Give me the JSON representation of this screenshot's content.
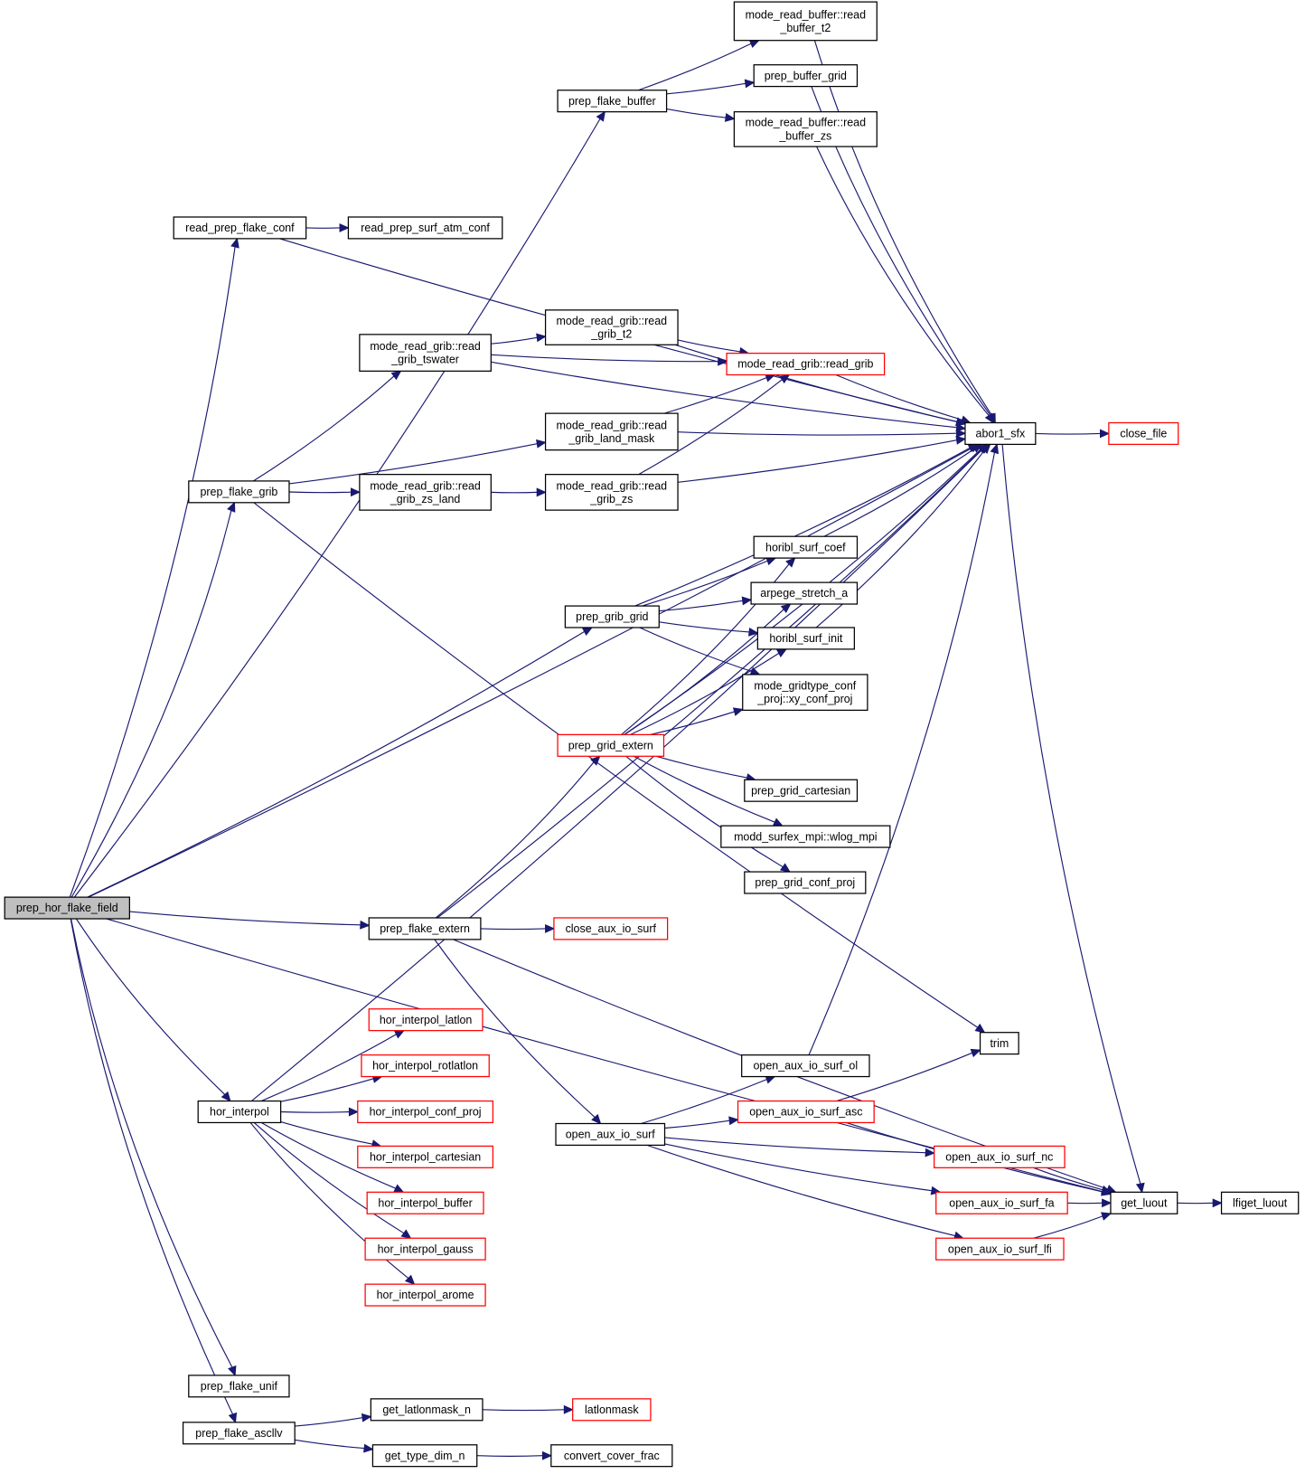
{
  "title": "prep_hor_flake_field call graph",
  "colors": {
    "edge": "#191970",
    "root_fill": "#bfbfbf",
    "node_border": "#000000",
    "truncated_border": "#ff0000"
  },
  "nodes": [
    {
      "id": "root",
      "lines": [
        "prep_hor_flake_field"
      ],
      "kind": "root"
    },
    {
      "id": "prep_flake_buffer",
      "lines": [
        "prep_flake_buffer"
      ],
      "kind": "normal"
    },
    {
      "id": "mrb_t2",
      "lines": [
        "mode_read_buffer::read",
        "_buffer_t2"
      ],
      "kind": "normal"
    },
    {
      "id": "prep_buffer_grid",
      "lines": [
        "prep_buffer_grid"
      ],
      "kind": "normal"
    },
    {
      "id": "mrb_zs",
      "lines": [
        "mode_read_buffer::read",
        "_buffer_zs"
      ],
      "kind": "normal"
    },
    {
      "id": "read_prep_flake_conf",
      "lines": [
        "read_prep_flake_conf"
      ],
      "kind": "normal"
    },
    {
      "id": "read_prep_surf_atm_conf",
      "lines": [
        "read_prep_surf_atm_conf"
      ],
      "kind": "normal"
    },
    {
      "id": "mrg_tswater",
      "lines": [
        "mode_read_grib::read",
        "_grib_tswater"
      ],
      "kind": "normal"
    },
    {
      "id": "mrg_t2",
      "lines": [
        "mode_read_grib::read",
        "_grib_t2"
      ],
      "kind": "normal"
    },
    {
      "id": "mrg_read_grib",
      "lines": [
        "mode_read_grib::read_grib"
      ],
      "kind": "truncated"
    },
    {
      "id": "mrg_land_mask",
      "lines": [
        "mode_read_grib::read",
        "_grib_land_mask"
      ],
      "kind": "normal"
    },
    {
      "id": "abor1_sfx",
      "lines": [
        "abor1_sfx"
      ],
      "kind": "normal"
    },
    {
      "id": "close_file",
      "lines": [
        "close_file"
      ],
      "kind": "truncated"
    },
    {
      "id": "prep_flake_grib",
      "lines": [
        "prep_flake_grib"
      ],
      "kind": "normal"
    },
    {
      "id": "mrg_zs_land",
      "lines": [
        "mode_read_grib::read",
        "_grib_zs_land"
      ],
      "kind": "normal"
    },
    {
      "id": "mrg_zs",
      "lines": [
        "mode_read_grib::read",
        "_grib_zs"
      ],
      "kind": "normal"
    },
    {
      "id": "horibl_surf_coef",
      "lines": [
        "horibl_surf_coef"
      ],
      "kind": "normal"
    },
    {
      "id": "arpege_stretch_a",
      "lines": [
        "arpege_stretch_a"
      ],
      "kind": "normal"
    },
    {
      "id": "prep_grib_grid",
      "lines": [
        "prep_grib_grid"
      ],
      "kind": "normal"
    },
    {
      "id": "horibl_surf_init",
      "lines": [
        "horibl_surf_init"
      ],
      "kind": "normal"
    },
    {
      "id": "xy_conf_proj",
      "lines": [
        "mode_gridtype_conf",
        "_proj::xy_conf_proj"
      ],
      "kind": "normal"
    },
    {
      "id": "prep_grid_extern",
      "lines": [
        "prep_grid_extern"
      ],
      "kind": "truncated"
    },
    {
      "id": "prep_grid_cartesian",
      "lines": [
        "prep_grid_cartesian"
      ],
      "kind": "normal"
    },
    {
      "id": "wlog_mpi",
      "lines": [
        "modd_surfex_mpi::wlog_mpi"
      ],
      "kind": "normal"
    },
    {
      "id": "prep_grid_conf_proj",
      "lines": [
        "prep_grid_conf_proj"
      ],
      "kind": "normal"
    },
    {
      "id": "prep_flake_extern",
      "lines": [
        "prep_flake_extern"
      ],
      "kind": "normal"
    },
    {
      "id": "close_aux_io_surf",
      "lines": [
        "close_aux_io_surf"
      ],
      "kind": "truncated"
    },
    {
      "id": "hor_interpol_latlon",
      "lines": [
        "hor_interpol_latlon"
      ],
      "kind": "truncated"
    },
    {
      "id": "trim",
      "lines": [
        "trim"
      ],
      "kind": "normal"
    },
    {
      "id": "hor_interpol_rotlatlon",
      "lines": [
        "hor_interpol_rotlatlon"
      ],
      "kind": "truncated"
    },
    {
      "id": "open_aux_io_surf_ol",
      "lines": [
        "open_aux_io_surf_ol"
      ],
      "kind": "normal"
    },
    {
      "id": "hor_interpol",
      "lines": [
        "hor_interpol"
      ],
      "kind": "normal"
    },
    {
      "id": "hor_interpol_conf_proj",
      "lines": [
        "hor_interpol_conf_proj"
      ],
      "kind": "truncated"
    },
    {
      "id": "open_aux_io_surf_asc",
      "lines": [
        "open_aux_io_surf_asc"
      ],
      "kind": "truncated"
    },
    {
      "id": "open_aux_io_surf",
      "lines": [
        "open_aux_io_surf"
      ],
      "kind": "normal"
    },
    {
      "id": "hor_interpol_cartesian",
      "lines": [
        "hor_interpol_cartesian"
      ],
      "kind": "truncated"
    },
    {
      "id": "open_aux_io_surf_nc",
      "lines": [
        "open_aux_io_surf_nc"
      ],
      "kind": "truncated"
    },
    {
      "id": "hor_interpol_buffer",
      "lines": [
        "hor_interpol_buffer"
      ],
      "kind": "truncated"
    },
    {
      "id": "open_aux_io_surf_fa",
      "lines": [
        "open_aux_io_surf_fa"
      ],
      "kind": "truncated"
    },
    {
      "id": "get_luout",
      "lines": [
        "get_luout"
      ],
      "kind": "normal"
    },
    {
      "id": "lfiget_luout",
      "lines": [
        "lfiget_luout"
      ],
      "kind": "normal"
    },
    {
      "id": "hor_interpol_gauss",
      "lines": [
        "hor_interpol_gauss"
      ],
      "kind": "truncated"
    },
    {
      "id": "open_aux_io_surf_lfi",
      "lines": [
        "open_aux_io_surf_lfi"
      ],
      "kind": "truncated"
    },
    {
      "id": "hor_interpol_arome",
      "lines": [
        "hor_interpol_arome"
      ],
      "kind": "truncated"
    },
    {
      "id": "prep_flake_unif",
      "lines": [
        "prep_flake_unif"
      ],
      "kind": "normal"
    },
    {
      "id": "get_latlonmask_n",
      "lines": [
        "get_latlonmask_n"
      ],
      "kind": "normal"
    },
    {
      "id": "latlonmask",
      "lines": [
        "latlonmask"
      ],
      "kind": "truncated"
    },
    {
      "id": "prep_flake_ascllv",
      "lines": [
        "prep_flake_ascllv"
      ],
      "kind": "normal"
    },
    {
      "id": "get_type_dim_n",
      "lines": [
        "get_type_dim_n"
      ],
      "kind": "normal"
    },
    {
      "id": "convert_cover_frac",
      "lines": [
        "convert_cover_frac"
      ],
      "kind": "normal"
    }
  ],
  "edges": [
    [
      "root",
      "prep_flake_buffer"
    ],
    [
      "root",
      "read_prep_flake_conf"
    ],
    [
      "root",
      "abor1_sfx"
    ],
    [
      "root",
      "prep_flake_grib"
    ],
    [
      "root",
      "prep_grib_grid"
    ],
    [
      "root",
      "prep_flake_extern"
    ],
    [
      "root",
      "hor_interpol"
    ],
    [
      "root",
      "get_luout"
    ],
    [
      "root",
      "prep_flake_unif"
    ],
    [
      "root",
      "prep_flake_ascllv"
    ],
    [
      "prep_flake_buffer",
      "mrb_t2"
    ],
    [
      "prep_flake_buffer",
      "prep_buffer_grid"
    ],
    [
      "prep_flake_buffer",
      "mrb_zs"
    ],
    [
      "mrb_t2",
      "abor1_sfx"
    ],
    [
      "prep_buffer_grid",
      "abor1_sfx"
    ],
    [
      "mrb_zs",
      "abor1_sfx"
    ],
    [
      "read_prep_flake_conf",
      "read_prep_surf_atm_conf"
    ],
    [
      "read_prep_flake_conf",
      "abor1_sfx"
    ],
    [
      "prep_flake_grib",
      "mrg_tswater"
    ],
    [
      "prep_flake_grib",
      "mrg_land_mask"
    ],
    [
      "prep_flake_grib",
      "mrg_zs_land"
    ],
    [
      "prep_flake_grib",
      "trim"
    ],
    [
      "mrg_tswater",
      "mrg_t2"
    ],
    [
      "mrg_tswater",
      "mrg_read_grib"
    ],
    [
      "mrg_tswater",
      "abor1_sfx"
    ],
    [
      "mrg_t2",
      "mrg_read_grib"
    ],
    [
      "mrg_t2",
      "abor1_sfx"
    ],
    [
      "mrg_land_mask",
      "mrg_read_grib"
    ],
    [
      "mrg_land_mask",
      "abor1_sfx"
    ],
    [
      "mrg_zs_land",
      "mrg_zs"
    ],
    [
      "mrg_zs",
      "mrg_read_grib"
    ],
    [
      "mrg_zs",
      "abor1_sfx"
    ],
    [
      "mrg_read_grib",
      "abor1_sfx"
    ],
    [
      "abor1_sfx",
      "close_file"
    ],
    [
      "abor1_sfx",
      "get_luout"
    ],
    [
      "prep_grib_grid",
      "horibl_surf_coef"
    ],
    [
      "prep_grib_grid",
      "arpege_stretch_a"
    ],
    [
      "prep_grib_grid",
      "horibl_surf_init"
    ],
    [
      "prep_grib_grid",
      "xy_conf_proj"
    ],
    [
      "prep_grib_grid",
      "abor1_sfx"
    ],
    [
      "horibl_surf_coef",
      "abor1_sfx"
    ],
    [
      "horibl_surf_init",
      "abor1_sfx"
    ],
    [
      "prep_grid_extern",
      "horibl_surf_coef"
    ],
    [
      "prep_grid_extern",
      "arpege_stretch_a"
    ],
    [
      "prep_grid_extern",
      "horibl_surf_init"
    ],
    [
      "prep_grid_extern",
      "xy_conf_proj"
    ],
    [
      "prep_grid_extern",
      "abor1_sfx"
    ],
    [
      "prep_grid_extern",
      "prep_grid_cartesian"
    ],
    [
      "prep_grid_extern",
      "wlog_mpi"
    ],
    [
      "prep_grid_extern",
      "prep_grid_conf_proj"
    ],
    [
      "prep_flake_extern",
      "prep_grid_extern"
    ],
    [
      "prep_flake_extern",
      "abor1_sfx"
    ],
    [
      "prep_flake_extern",
      "close_aux_io_surf"
    ],
    [
      "prep_flake_extern",
      "open_aux_io_surf"
    ],
    [
      "prep_flake_extern",
      "get_luout"
    ],
    [
      "hor_interpol",
      "abor1_sfx"
    ],
    [
      "hor_interpol",
      "hor_interpol_latlon"
    ],
    [
      "hor_interpol",
      "hor_interpol_rotlatlon"
    ],
    [
      "hor_interpol",
      "hor_interpol_conf_proj"
    ],
    [
      "hor_interpol",
      "hor_interpol_cartesian"
    ],
    [
      "hor_interpol",
      "hor_interpol_buffer"
    ],
    [
      "hor_interpol",
      "hor_interpol_gauss"
    ],
    [
      "hor_interpol",
      "hor_interpol_arome"
    ],
    [
      "open_aux_io_surf",
      "open_aux_io_surf_ol"
    ],
    [
      "open_aux_io_surf",
      "open_aux_io_surf_asc"
    ],
    [
      "open_aux_io_surf",
      "open_aux_io_surf_nc"
    ],
    [
      "open_aux_io_surf",
      "open_aux_io_surf_fa"
    ],
    [
      "open_aux_io_surf",
      "open_aux_io_surf_lfi"
    ],
    [
      "open_aux_io_surf_ol",
      "abor1_sfx"
    ],
    [
      "open_aux_io_surf_asc",
      "trim"
    ],
    [
      "open_aux_io_surf_asc",
      "get_luout"
    ],
    [
      "open_aux_io_surf_nc",
      "get_luout"
    ],
    [
      "open_aux_io_surf_fa",
      "get_luout"
    ],
    [
      "open_aux_io_surf_lfi",
      "get_luout"
    ],
    [
      "get_luout",
      "lfiget_luout"
    ],
    [
      "prep_flake_ascllv",
      "get_latlonmask_n"
    ],
    [
      "prep_flake_ascllv",
      "get_type_dim_n"
    ],
    [
      "get_latlonmask_n",
      "latlonmask"
    ],
    [
      "get_type_dim_n",
      "convert_cover_frac"
    ]
  ]
}
